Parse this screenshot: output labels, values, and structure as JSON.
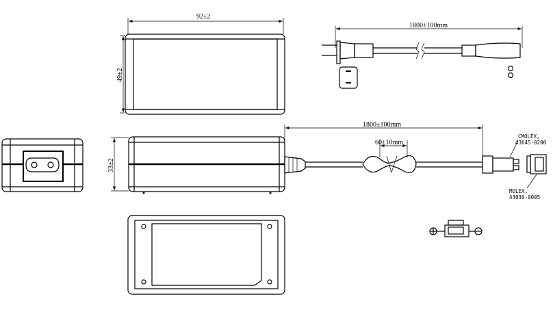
{
  "dimensions": {
    "width": "92±2",
    "height": "49±2",
    "depth": "33±2",
    "dc_cable_length": "1800±100mm",
    "ac_cord_length": "1800±100mm",
    "bundle_length": "60±10mm"
  },
  "connectors": {
    "plug_label": "CMOLEX,",
    "plug_part": "43645-0200",
    "receptacle_label": "MOLEX,",
    "receptacle_part": "43030-0005"
  },
  "polarity": {
    "positive": "+",
    "negative": "−"
  }
}
